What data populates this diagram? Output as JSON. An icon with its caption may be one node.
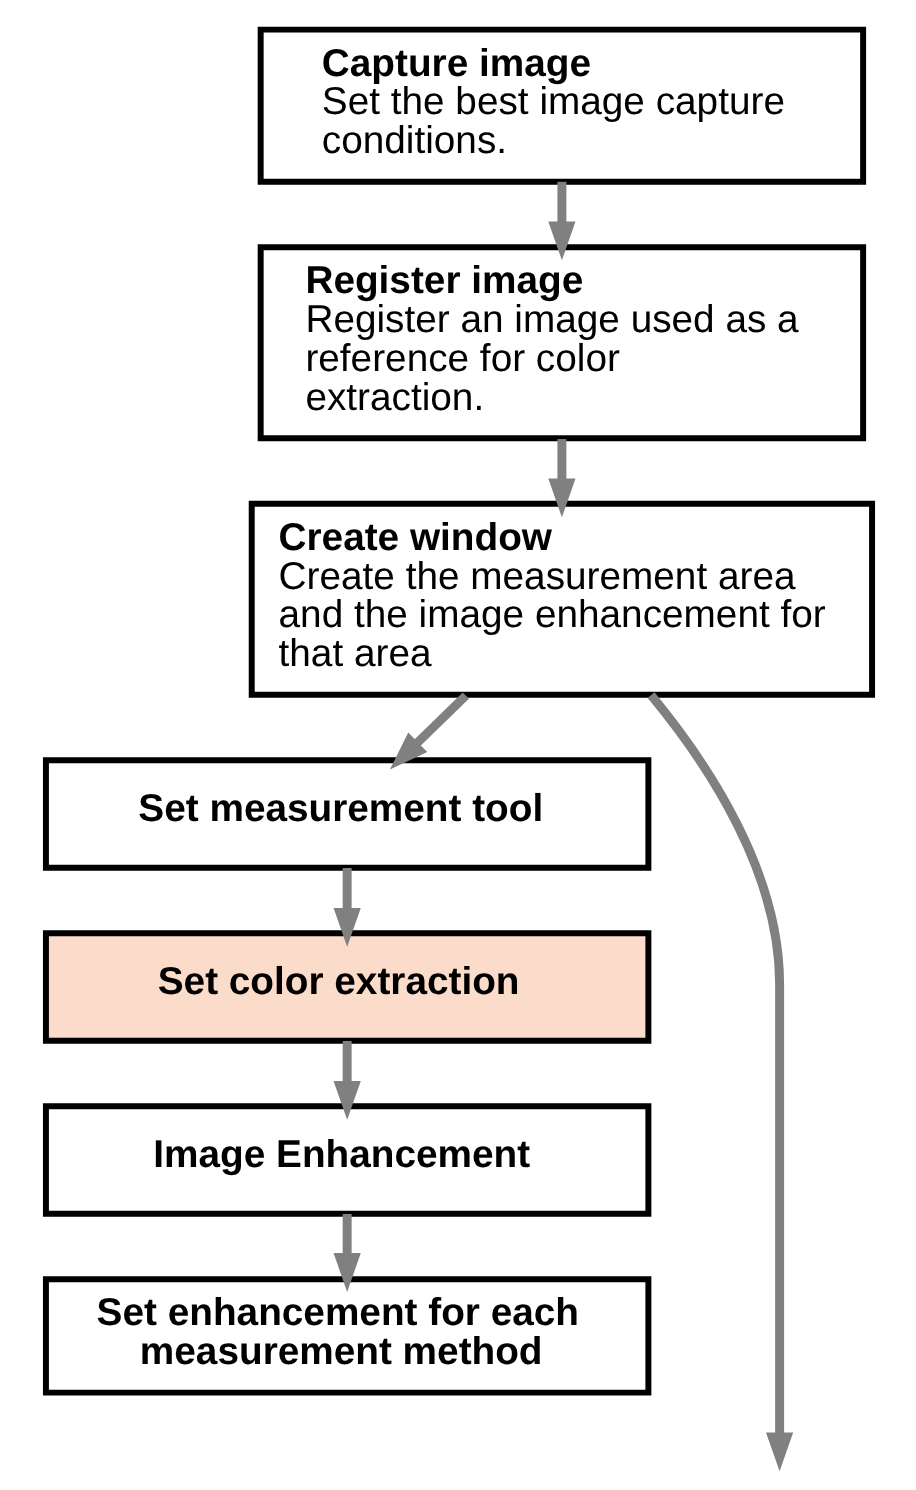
{
  "diagram": {
    "nodes": [
      {
        "text": [
          "Capture image",
          "Set the best image capture conditions."
        ]
      },
      {
        "text": [
          "Register image",
          "Register an image used as a reference for color extraction."
        ]
      },
      {
        "text": [
          "Create window",
          "Create the measurement area and the image enhancement for that area"
        ]
      },
      {
        "text": [
          "Set measurement tool"
        ]
      },
      {
        "text": [
          "Set color extraction"
        ]
      },
      {
        "text": [
          "Image Enhancement"
        ]
      },
      {
        "text": [
          "Set enhancement for each measurement method"
        ]
      }
    ],
    "edges": [
      {
        "from": 0,
        "to": 1,
        "arrow": "to"
      },
      {
        "from": 1,
        "to": 2,
        "arrow": "to"
      },
      {
        "from": 2,
        "to": 3,
        "arrow": "to"
      },
      {
        "from": 3,
        "to": 4,
        "arrow": "to"
      },
      {
        "from": 4,
        "to": 5,
        "arrow": "to"
      },
      {
        "from": 5,
        "to": 6,
        "arrow": "to"
      },
      {
        "from": 2,
        "to": null,
        "arrow": "to"
      }
    ]
  }
}
